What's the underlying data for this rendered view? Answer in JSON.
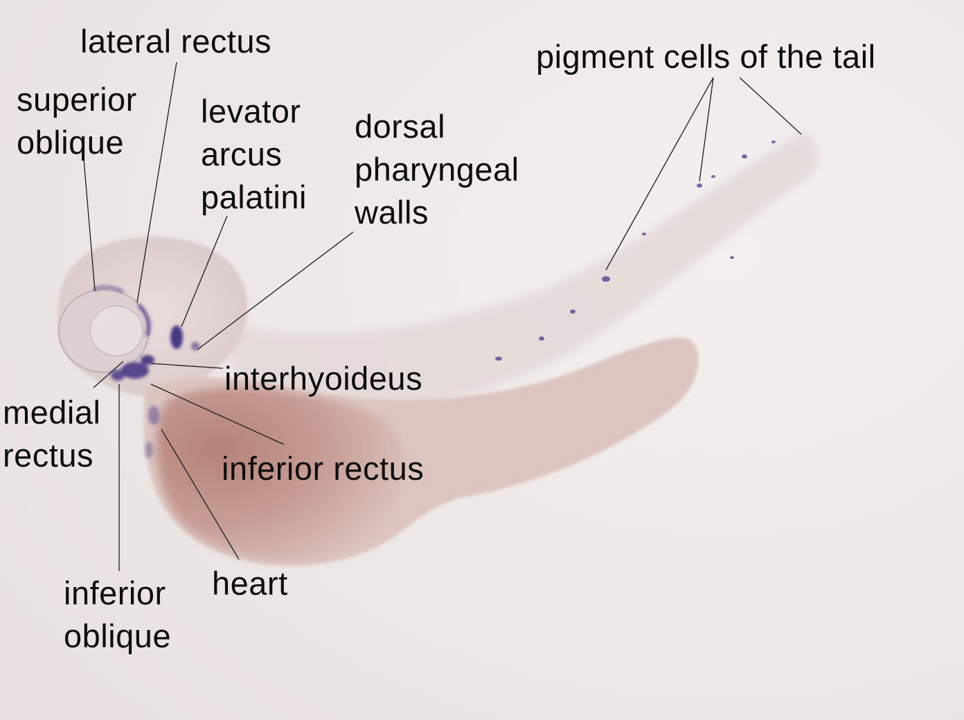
{
  "image": {
    "kind": "stained embryo microscopy photograph",
    "colors": {
      "background": "#ede8e7",
      "tissue": "#dcc5c1",
      "yolk": "#bf8f86",
      "stain": "#3b2d7a",
      "line": "#1a1a1a",
      "text": "#0c0c0c"
    }
  },
  "labels": {
    "lateral_rectus": "lateral rectus",
    "superior_oblique": "superior\noblique",
    "levator_arcus_palatini": "levator\narcus\npalatini",
    "dorsal_pharyngeal_walls": "dorsal\npharyngeal\nwalls",
    "pigment_cells": "pigment cells of the tail",
    "interhyoideus": "interhyoideus",
    "medial_rectus": "medial\nrectus",
    "inferior_rectus": "inferior rectus",
    "heart": "heart",
    "inferior_oblique": "inferior\noblique"
  }
}
